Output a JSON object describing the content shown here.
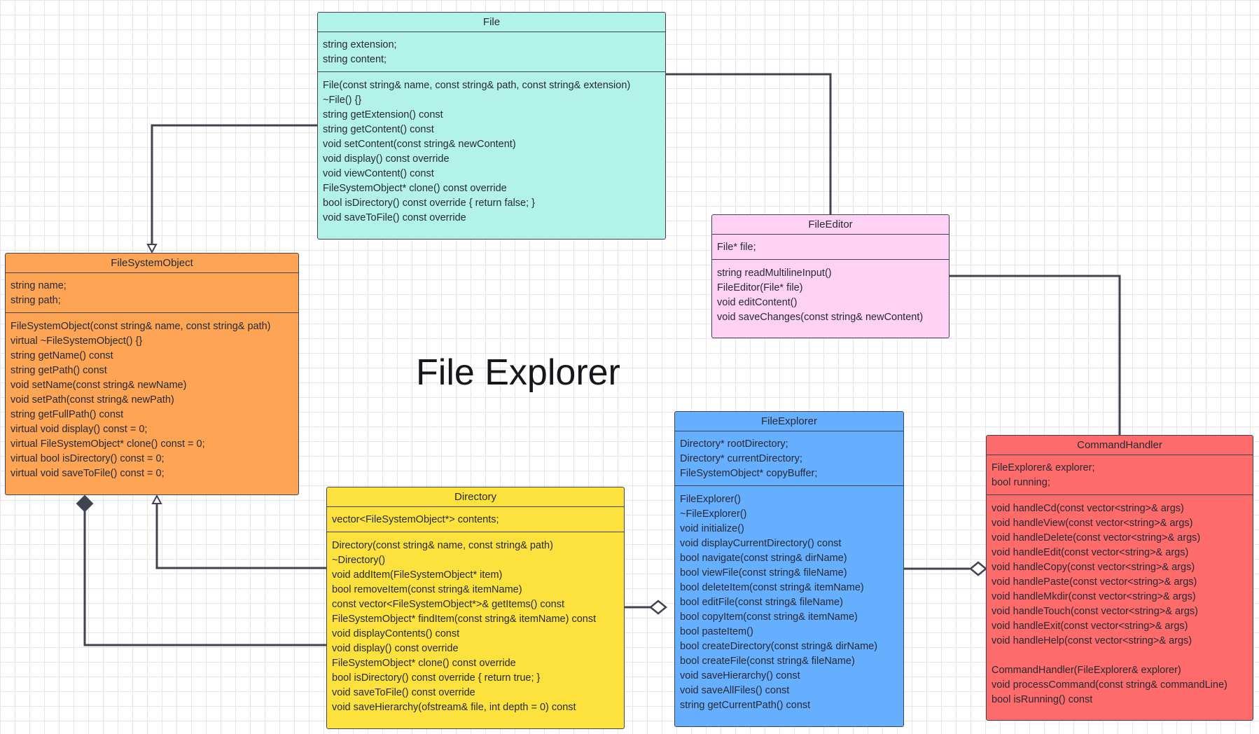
{
  "diagram": {
    "title": "File Explorer",
    "colors": {
      "file": "#b3f2e9",
      "filesystemobject": "#fda554",
      "fileeditor": "#ffd2f5",
      "directory": "#fde13c",
      "fileexplorer": "#66aefe",
      "commandhandler": "#fd6b6b",
      "line": "#3f4450"
    },
    "classes": [
      {
        "id": "file",
        "name": "File",
        "attributes": [
          "string extension;",
          "string content;"
        ],
        "methods": [
          "File(const string& name, const string& path, const string& extension)",
          "~File() {}",
          "string getExtension() const",
          "string getContent() const",
          "void setContent(const string& newContent)",
          "void display() const override",
          "void viewContent() const",
          "FileSystemObject* clone() const override",
          "bool isDirectory() const override { return false; }",
          "void saveToFile() const override"
        ]
      },
      {
        "id": "filesystemobject",
        "name": "FileSystemObject",
        "attributes": [
          "string name;",
          "string path;"
        ],
        "methods": [
          "FileSystemObject(const string& name, const string& path)",
          "virtual ~FileSystemObject() {}",
          "string getName() const",
          "string getPath() const",
          "void setName(const string& newName)",
          "void setPath(const string& newPath)",
          "string getFullPath() const",
          "virtual void display() const = 0;",
          "virtual FileSystemObject* clone() const = 0;",
          "virtual bool isDirectory() const = 0;",
          "virtual void saveToFile() const = 0;"
        ]
      },
      {
        "id": "fileeditor",
        "name": "FileEditor",
        "attributes": [
          "File* file;"
        ],
        "methods": [
          "string readMultilineInput()",
          "FileEditor(File* file)",
          "void editContent()",
          "void saveChanges(const string& newContent)"
        ]
      },
      {
        "id": "directory",
        "name": "Directory",
        "attributes": [
          "vector<FileSystemObject*> contents;"
        ],
        "methods": [
          "Directory(const string& name, const string& path)",
          "~Directory()",
          "void addItem(FileSystemObject* item)",
          "bool removeItem(const string& itemName)",
          "const vector<FileSystemObject*>& getItems() const",
          "FileSystemObject* findItem(const string& itemName) const",
          "void displayContents() const",
          "void display() const override",
          "FileSystemObject* clone() const override",
          "bool isDirectory() const override { return true; }",
          "void saveToFile() const override",
          "void saveHierarchy(ofstream& file, int depth = 0) const"
        ]
      },
      {
        "id": "fileexplorer",
        "name": "FileExplorer",
        "attributes": [
          "Directory* rootDirectory;",
          "Directory* currentDirectory;",
          "FileSystemObject* copyBuffer;"
        ],
        "methods": [
          "FileExplorer()",
          "~FileExplorer()",
          "void initialize()",
          "void displayCurrentDirectory() const",
          "bool navigate(const string& dirName)",
          "bool viewFile(const string& fileName)",
          "bool deleteItem(const string& itemName)",
          "bool editFile(const string& fileName)",
          "bool copyItem(const string& itemName)",
          "bool pasteItem()",
          "bool createDirectory(const string& dirName)",
          "bool createFile(const string& fileName)",
          "void saveHierarchy() const",
          "void saveAllFiles() const",
          "string getCurrentPath() const"
        ]
      },
      {
        "id": "commandhandler",
        "name": "CommandHandler",
        "attributes": [
          "FileExplorer& explorer;",
          "bool running;"
        ],
        "methods": [
          "void handleCd(const vector<string>& args)",
          "void handleView(const vector<string>& args)",
          "void handleDelete(const vector<string>& args)",
          "void handleEdit(const vector<string>& args)",
          "void handleCopy(const vector<string>& args)",
          "void handlePaste(const vector<string>& args)",
          "void handleMkdir(const vector<string>& args)",
          "void handleTouch(const vector<string>& args)",
          "void handleExit(const vector<string>& args)",
          "void handleHelp(const vector<string>& args)",
          "",
          "CommandHandler(FileExplorer& explorer)",
          "void processCommand(const string& commandLine)",
          "bool isRunning() const"
        ]
      }
    ],
    "relationships": [
      {
        "from": "file",
        "to": "filesystemobject",
        "type": "inheritance"
      },
      {
        "from": "directory",
        "to": "filesystemobject",
        "type": "inheritance"
      },
      {
        "from": "directory",
        "to": "filesystemobject",
        "type": "composition"
      },
      {
        "from": "fileeditor",
        "to": "file",
        "type": "association"
      },
      {
        "from": "directory",
        "to": "fileexplorer",
        "type": "aggregation"
      },
      {
        "from": "fileexplorer",
        "to": "commandhandler",
        "type": "aggregation"
      },
      {
        "from": "commandhandler",
        "to": "fileeditor",
        "type": "association"
      }
    ]
  }
}
